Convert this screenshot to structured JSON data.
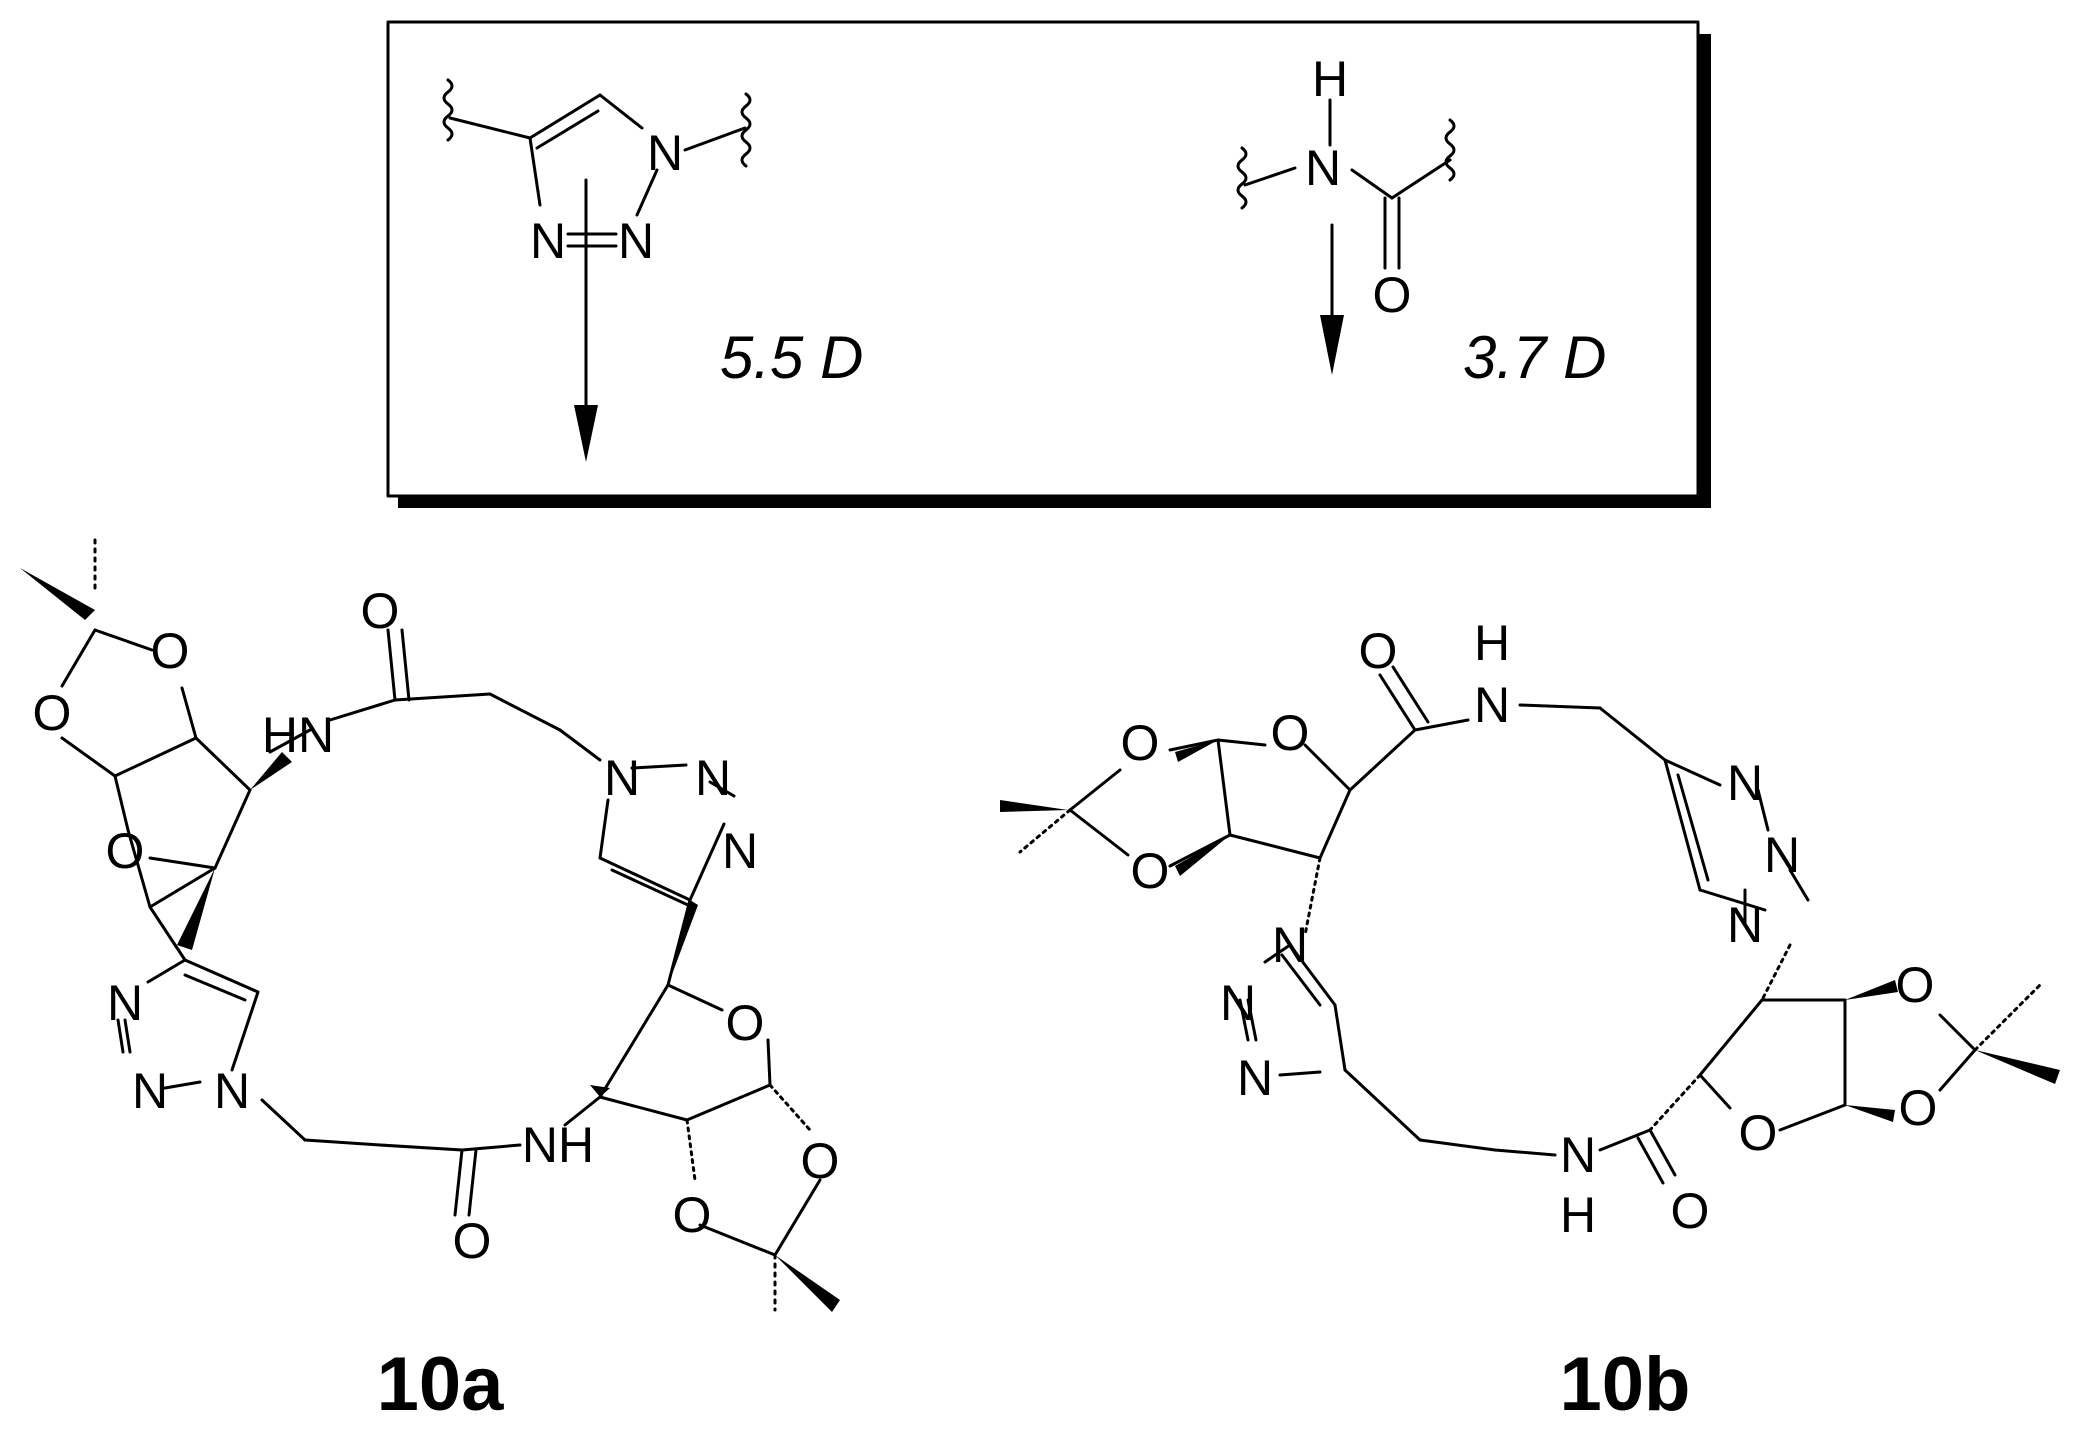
{
  "inset": {
    "triazole": {
      "n1": "N",
      "n2": "N",
      "n3": "N",
      "dipole": "5.5 D"
    },
    "amide": {
      "h": "H",
      "n": "N",
      "o": "O",
      "dipole": "3.7 D"
    }
  },
  "compound_a": {
    "label": "10a",
    "atoms": {
      "o_diox_top": "O",
      "o_diox_left": "O",
      "o_ring_top": "O",
      "hn_top": "HN",
      "o_carbonyl_top": "O",
      "n1_right": "N",
      "n2_right": "N",
      "n3_right": "N",
      "n1_left": "N",
      "n2_left": "N",
      "n3_left": "N",
      "o_ring_bottom": "O",
      "nh_bottom": "NH",
      "o_carbonyl_bottom": "O",
      "o_diox_bottom_right": "O",
      "o_diox_bottom_left": "O"
    }
  },
  "compound_b": {
    "label": "10b",
    "atoms": {
      "o_diox_ul": "O",
      "o_ring_ul": "O",
      "o_diox_ll": "O",
      "o_carbonyl_top": "O",
      "h_top": "H",
      "n_top": "N",
      "n3_right": "N",
      "n2_right": "N",
      "n1_right": "N",
      "n1_left": "N",
      "n2_left": "N",
      "n3_left": "N",
      "o_diox_ur": "O",
      "o_diox_lr": "O",
      "o_ring_lr": "O",
      "n_bottom": "N",
      "h_bottom": "H",
      "o_carbonyl_bottom": "O"
    }
  }
}
